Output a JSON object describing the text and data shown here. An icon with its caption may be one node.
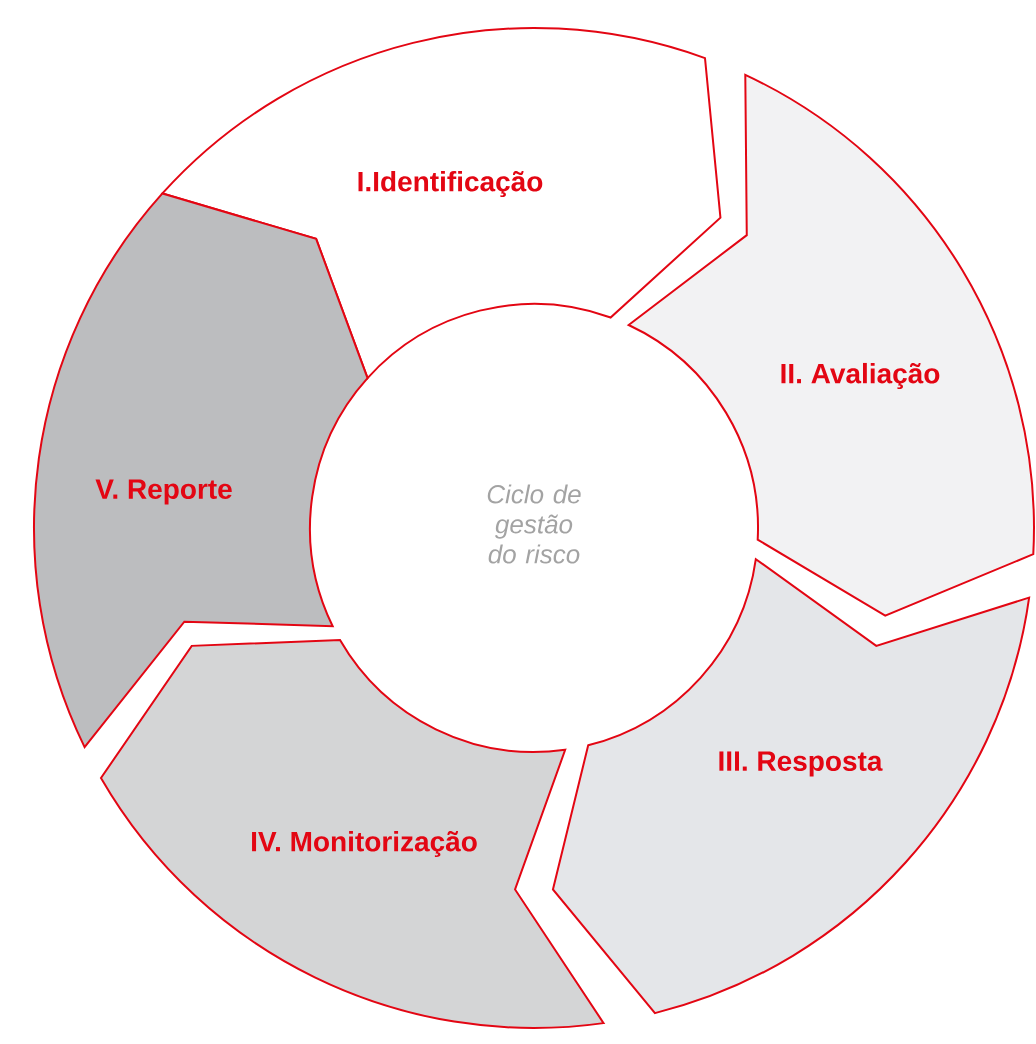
{
  "diagram": {
    "nodes": [
      {
        "text": [
          "I.Identificação"
        ]
      },
      {
        "text": [
          "II. Avaliação"
        ]
      },
      {
        "text": [
          "III. Resposta"
        ]
      },
      {
        "text": [
          "IV. Monitorização"
        ]
      },
      {
        "text": [
          "V. Reporte"
        ]
      },
      {
        "text": [
          "Ciclo de gestão do risco"
        ]
      }
    ]
  }
}
